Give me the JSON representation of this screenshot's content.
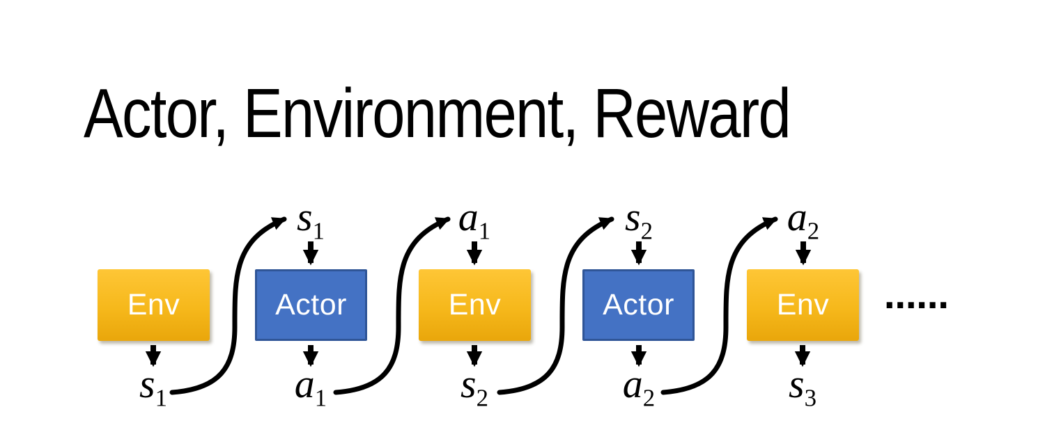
{
  "slide": {
    "title": "Actor, Environment, Reward",
    "ellipsis": "......"
  },
  "colors": {
    "background": "#FFFFFF",
    "title_text": "#000000",
    "env_gradient_top": "#FEC636",
    "env_gradient_bottom": "#E9A60B",
    "actor_fill": "#4472C4",
    "actor_border": "#2F5597",
    "box_text": "#FFFFFF",
    "arrow_ink": "#000000"
  },
  "boxes": [
    {
      "label": "Env",
      "kind": "environment"
    },
    {
      "label": "Actor",
      "kind": "actor"
    },
    {
      "label": "Env",
      "kind": "environment"
    },
    {
      "label": "Actor",
      "kind": "actor"
    },
    {
      "label": "Env",
      "kind": "environment"
    }
  ],
  "top_labels": [
    {
      "base": "s",
      "sub": "1"
    },
    {
      "base": "a",
      "sub": "1"
    },
    {
      "base": "s",
      "sub": "2"
    },
    {
      "base": "a",
      "sub": "2"
    }
  ],
  "bottom_labels": [
    {
      "base": "s",
      "sub": "1"
    },
    {
      "base": "a",
      "sub": "1"
    },
    {
      "base": "s",
      "sub": "2"
    },
    {
      "base": "a",
      "sub": "2"
    },
    {
      "base": "s",
      "sub": "3"
    }
  ]
}
